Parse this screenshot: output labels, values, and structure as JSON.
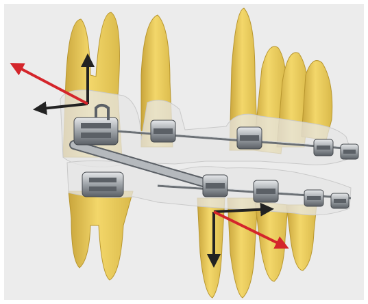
{
  "figure": {
    "subject": "orthodontic-appliance-illustration",
    "colors": {
      "background": "#ececec",
      "frame": "#ffffff",
      "tooth_enamel": "#f0d060",
      "tooth_shade": "#d9b94a",
      "gum_glass": "#e2e2e2",
      "metal": "#9ea3a8",
      "metal_dark": "#55595e",
      "arrow_force": "#222222",
      "arrow_resultant": "#d4252b"
    },
    "upper_arch": {
      "teeth": [
        "upper-molar",
        "upper-premolar-1",
        "upper-premolar-2",
        "upper-canine",
        "upper-incisor-lateral",
        "upper-incisor-central"
      ],
      "brackets": [
        "molar-tube",
        "bracket-premolar",
        "bracket-canine",
        "bracket-incisor-1",
        "bracket-incisor-2"
      ]
    },
    "lower_arch": {
      "teeth": [
        "lower-molar",
        "lower-premolar-1",
        "lower-premolar-2",
        "lower-canine",
        "lower-incisor"
      ],
      "brackets": [
        "molar-tube",
        "bracket-premolar",
        "bracket-canine",
        "bracket-incisor-1",
        "bracket-incisor-2"
      ]
    },
    "appliance": {
      "spring": "coil-spring",
      "archwires": [
        "upper-archwire",
        "lower-archwire"
      ]
    },
    "force_vectors": {
      "upper": [
        "vertical-component",
        "horizontal-component",
        "resultant"
      ],
      "lower": [
        "vertical-component",
        "horizontal-component",
        "resultant"
      ]
    }
  }
}
